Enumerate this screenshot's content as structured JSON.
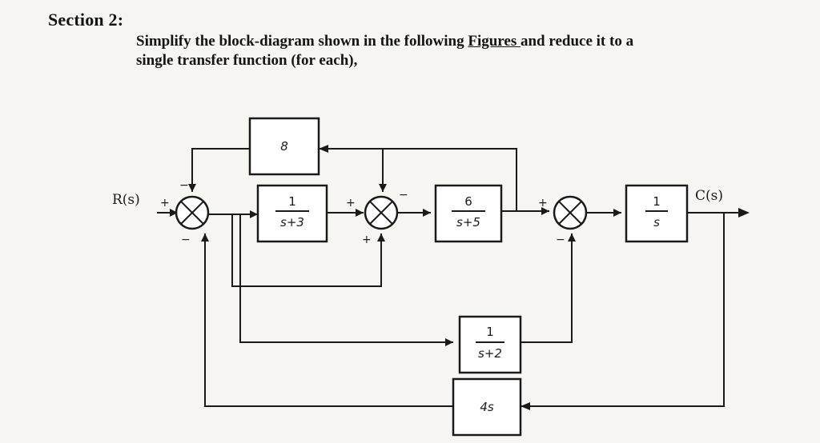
{
  "section": {
    "title": "Section 2:"
  },
  "prompt": {
    "line1_before": "Simplify the block-diagram shown in the following ",
    "line1_link": "Figures ",
    "line1_after": "and reduce it to a",
    "line2": "single transfer function (for each),"
  },
  "diagram": {
    "input_label": "R(s)",
    "output_label": "C(s)",
    "blocks": {
      "gain8": {
        "text": "8"
      },
      "g1": {
        "num": "1",
        "den": "s+3"
      },
      "g2": {
        "num": "6",
        "den": "s+5"
      },
      "g3": {
        "num": "1",
        "den": "s"
      },
      "g4": {
        "num": "1",
        "den": "s+2"
      },
      "g5": {
        "text": "4s"
      }
    },
    "signs": {
      "s1_in": "+",
      "s1_top": "−",
      "s1_bottom": "−",
      "s2_left": "+",
      "s2_top": "−",
      "s2_bottom": "+",
      "s3_left": "+",
      "s3_bottom": "−"
    }
  }
}
